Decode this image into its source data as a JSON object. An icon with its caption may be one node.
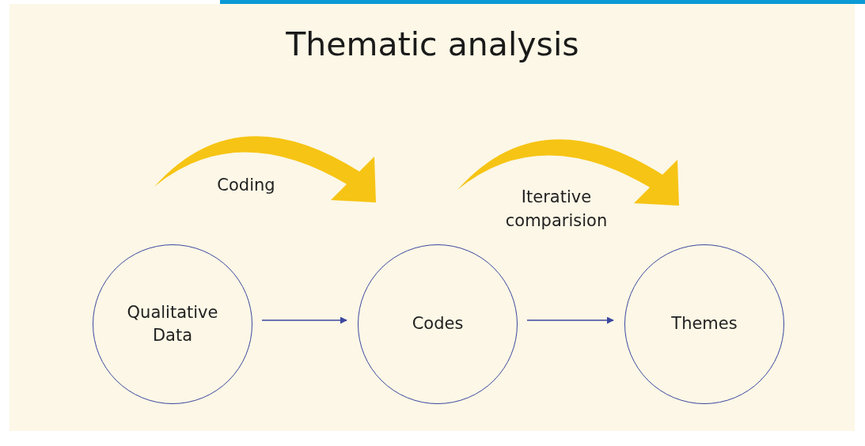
{
  "diagram": {
    "title": "Thematic analysis",
    "nodes": [
      {
        "text": [
          "Qualitative Data"
        ]
      },
      {
        "text": [
          "Codes"
        ]
      },
      {
        "text": [
          "Themes"
        ]
      }
    ],
    "edges": [
      {
        "from": 0,
        "to": 1,
        "arrow": "to"
      },
      {
        "from": 1,
        "to": 2,
        "arrow": "to"
      }
    ],
    "labels": [
      "Coding",
      "Iterative comparision"
    ]
  }
}
